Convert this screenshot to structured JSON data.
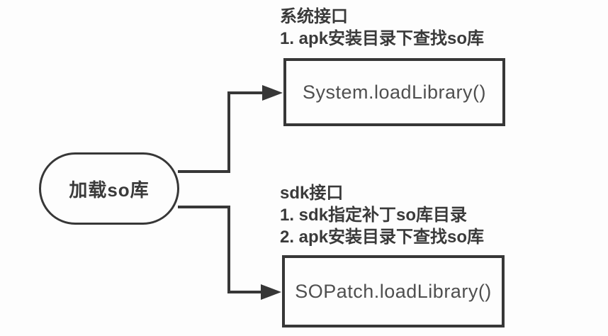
{
  "diagram": {
    "root": {
      "label": "加载so库"
    },
    "branches": [
      {
        "id": "system",
        "heading": "系统接口",
        "steps": [
          "1. apk安装目录下查找so库"
        ],
        "method": "System.loadLibrary()"
      },
      {
        "id": "sdk",
        "heading": "sdk接口",
        "steps": [
          "1. sdk指定补丁so库目录",
          "2. apk安装目录下查找so库"
        ],
        "method": "SOPatch.loadLibrary()"
      }
    ]
  },
  "colors": {
    "stroke": "#373737",
    "label_text": "#3a3a3a",
    "method_text": "#4f4f4f",
    "background": "#fdfdfd"
  }
}
